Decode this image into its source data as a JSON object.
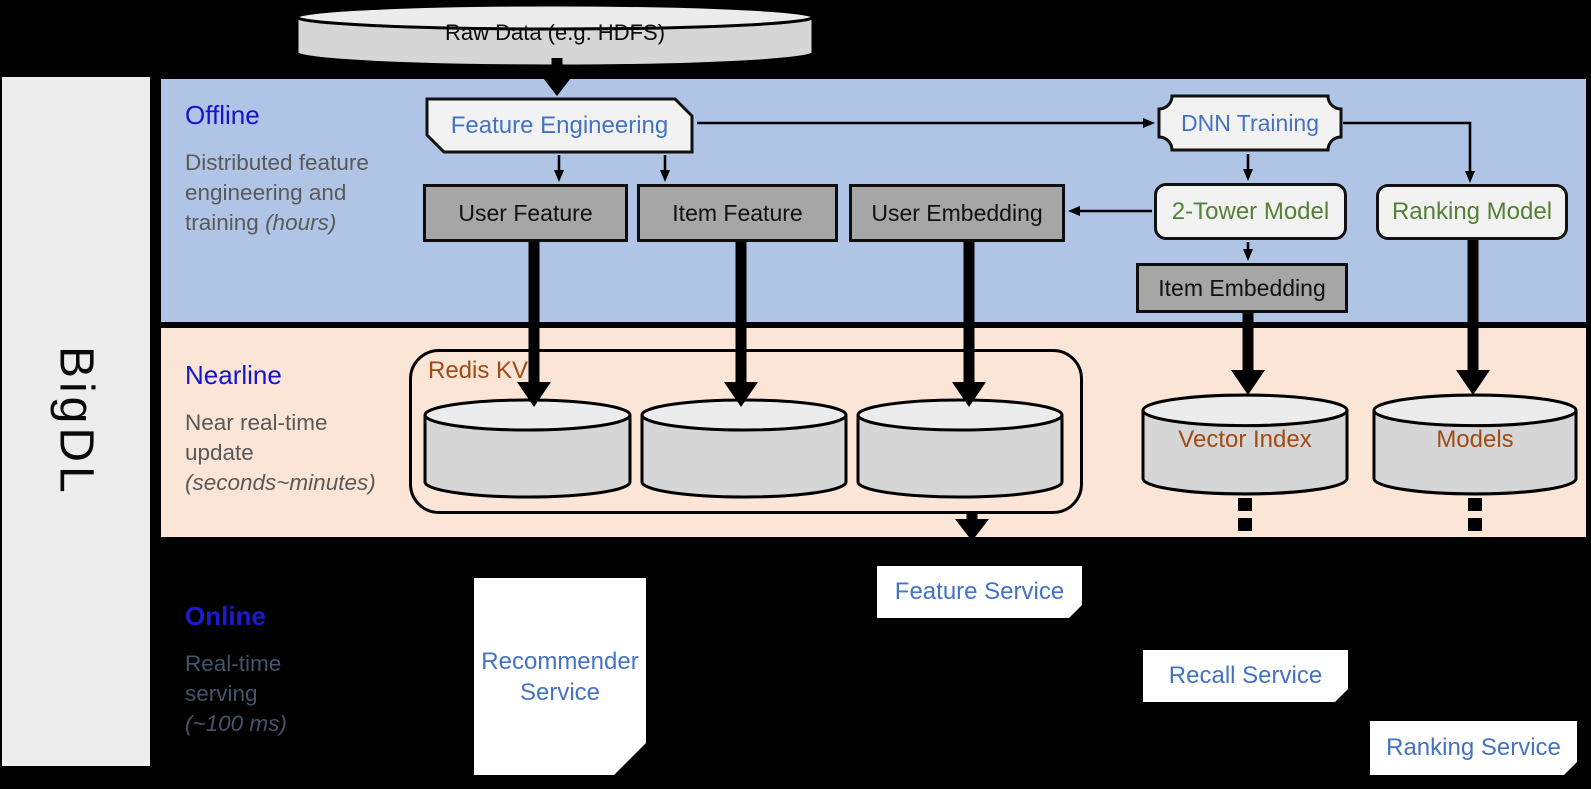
{
  "brand": "BigDL",
  "source_label": "Raw Data (e.g. HDFS)",
  "bands": {
    "offline": {
      "title": "Offline",
      "desc": "Distributed feature engineering and training",
      "desc_em": "(hours)"
    },
    "nearline": {
      "title": "Nearline",
      "desc": "Near real-time update",
      "desc_em": "(seconds~minutes)"
    },
    "online": {
      "title": "Online",
      "desc": "Real-time serving",
      "desc_em": "(~100 ms)"
    }
  },
  "nodes": {
    "feature_engineering": "Feature Engineering",
    "dnn_training": "DNN Training",
    "user_feature": "User Feature",
    "item_feature": "Item Feature",
    "user_embedding": "User Embedding",
    "two_tower_model": "2-Tower Model",
    "ranking_model": "Ranking Model",
    "item_embedding": "Item Embedding",
    "redis_kv": "Redis KV",
    "vector_index": "Vector Index",
    "models": "Models",
    "recommender_service": "Recommender Service",
    "feature_service": "Feature Service",
    "recall_service": "Recall Service",
    "ranking_service": "Ranking Service"
  },
  "colors": {
    "background": "#000000",
    "brand_bar": "#EDEDED",
    "offline_band": "#B0C4E6",
    "nearline_band": "#FBE5D6",
    "gray_node": "#A6A6A6",
    "light_node": "#F2F2F2",
    "cylinder": "#D6D6D6",
    "band_label_blue": "#1414CC",
    "node_text_blue": "#4472C4",
    "node_text_green": "#538135",
    "storage_text_brown": "#A04A16",
    "desc_gray": "#595959",
    "online_desc_gray_blue": "#44546A",
    "service_white": "#FFFFFF"
  }
}
